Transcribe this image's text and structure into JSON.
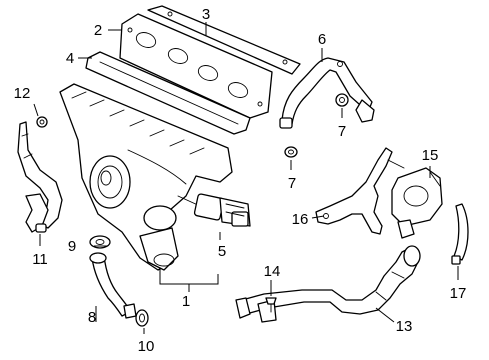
{
  "diagram": {
    "callouts": [
      {
        "part": 1,
        "label": "1"
      },
      {
        "part": 2,
        "label": "2"
      },
      {
        "part": 3,
        "label": "3"
      },
      {
        "part": 4,
        "label": "4"
      },
      {
        "part": 5,
        "label": "5"
      },
      {
        "part": 6,
        "label": "6"
      },
      {
        "part": 7,
        "label": "7"
      },
      {
        "part": 7,
        "label": "7"
      },
      {
        "part": 8,
        "label": "8"
      },
      {
        "part": 9,
        "label": "9"
      },
      {
        "part": 10,
        "label": "10"
      },
      {
        "part": 11,
        "label": "11"
      },
      {
        "part": 12,
        "label": "12"
      },
      {
        "part": 13,
        "label": "13"
      },
      {
        "part": 14,
        "label": "14"
      },
      {
        "part": 15,
        "label": "15"
      },
      {
        "part": 16,
        "label": "16"
      },
      {
        "part": 17,
        "label": "17"
      }
    ]
  }
}
